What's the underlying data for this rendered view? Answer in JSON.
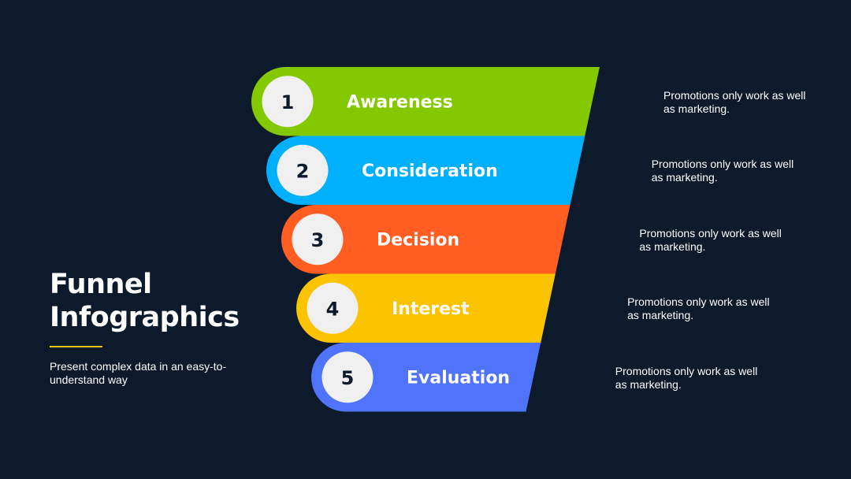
{
  "title": {
    "line1": "Funnel",
    "line2": "Infographics"
  },
  "subtitle": "Present complex data in an easy-to-understand way",
  "accent_color": "#f5c518",
  "stages": [
    {
      "number": "1",
      "label": "Awareness",
      "color": "#84c800",
      "description": "Promotions only work as well as marketing."
    },
    {
      "number": "2",
      "label": "Consideration",
      "color": "#00b0fb",
      "description": "Promotions only work as well as marketing."
    },
    {
      "number": "3",
      "label": "Decision",
      "color": "#ff5d22",
      "description": "Promotions only work as well as marketing."
    },
    {
      "number": "4",
      "label": "Interest",
      "color": "#fbc300",
      "description": "Promotions only work as well as marketing."
    },
    {
      "number": "5",
      "label": "Evaluation",
      "color": "#4f73fa",
      "description": "Promotions only work as well as marketing."
    }
  ]
}
